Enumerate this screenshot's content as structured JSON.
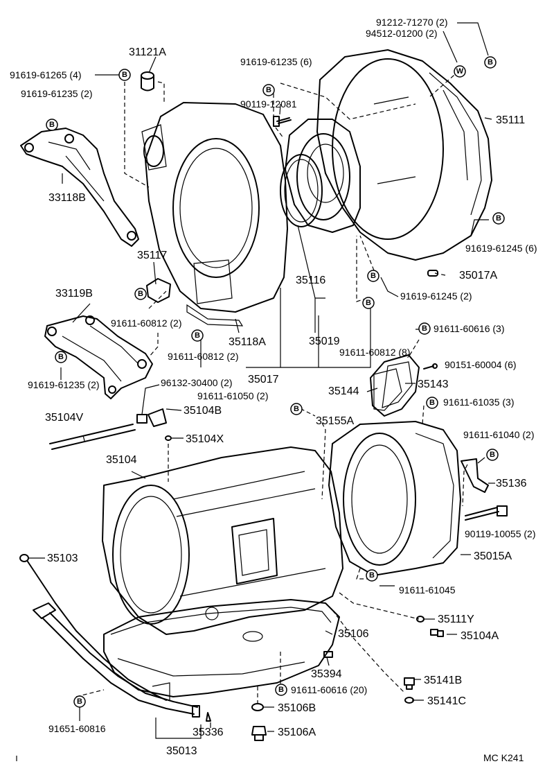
{
  "labels": {
    "l1": "91212-71270 (2)",
    "l2": "94512-01200 (2)",
    "l3": "31121A",
    "l4": "91619-61235 (6)",
    "l5": "91619-61265 (4)",
    "l6": "91619-61235 (2)",
    "l7": "90119-12081",
    "l8": "35111",
    "l9": "33118B",
    "l10": "91619-61245 (6)",
    "l11": "35117",
    "l12": "35116",
    "l13": "35017A",
    "l14": "91619-61245 (2)",
    "l15": "33119B",
    "l16": "91611-60812 (2)",
    "l17": "35118A",
    "l18": "35019",
    "l19": "91611-60616 (3)",
    "l20": "91611-60812 (2)",
    "l21": "91611-60812 (8)",
    "l22": "90151-60004 (6)",
    "l23": "35017",
    "l24": "91619-61235 (2)",
    "l25": "96132-30400 (2)",
    "l26": "35144",
    "l27": "35143",
    "l28": "91611-61050 (2)",
    "l29": "91611-61035 (3)",
    "l30": "35104V",
    "l31": "35104B",
    "l32": "35155A",
    "l33": "35104X",
    "l34": "91611-61040 (2)",
    "l35": "35104",
    "l36": "35136",
    "l37": "90119-10055 (2)",
    "l38": "35103",
    "l39": "35015A",
    "l40": "91611-61045",
    "l41": "35111Y",
    "l42": "35106",
    "l43": "35104A",
    "l44": "35394",
    "l45": "35141B",
    "l46": "91611-60616 (20)",
    "l47": "35141C",
    "l48": "35106B",
    "l49": "91651-60816",
    "l50": "35336",
    "l51": "35106A",
    "l52": "35013",
    "l53": "MC  K241"
  },
  "markers": {
    "b": "B",
    "w": "W"
  }
}
